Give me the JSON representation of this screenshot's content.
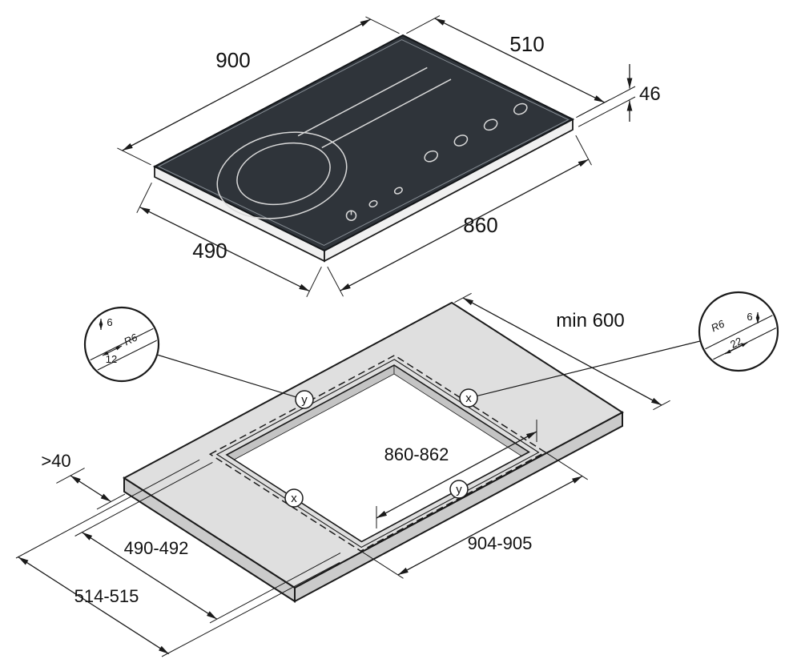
{
  "diagram": {
    "hob": {
      "width": "900",
      "depth": "510",
      "height": "46",
      "width_b": "860",
      "depth_b": "490"
    },
    "cutout": {
      "min_back": "min 600",
      "min_front": ">40",
      "len_inner": "860-862",
      "len_outer": "904-905",
      "depth_inner": "490-492",
      "depth_outer": "514-515",
      "label_x": "x",
      "label_y": "y"
    },
    "detail_left": {
      "a": "6",
      "b": "R6",
      "c": "12"
    },
    "detail_right": {
      "a": "R6",
      "b": "6",
      "c": "22"
    }
  }
}
